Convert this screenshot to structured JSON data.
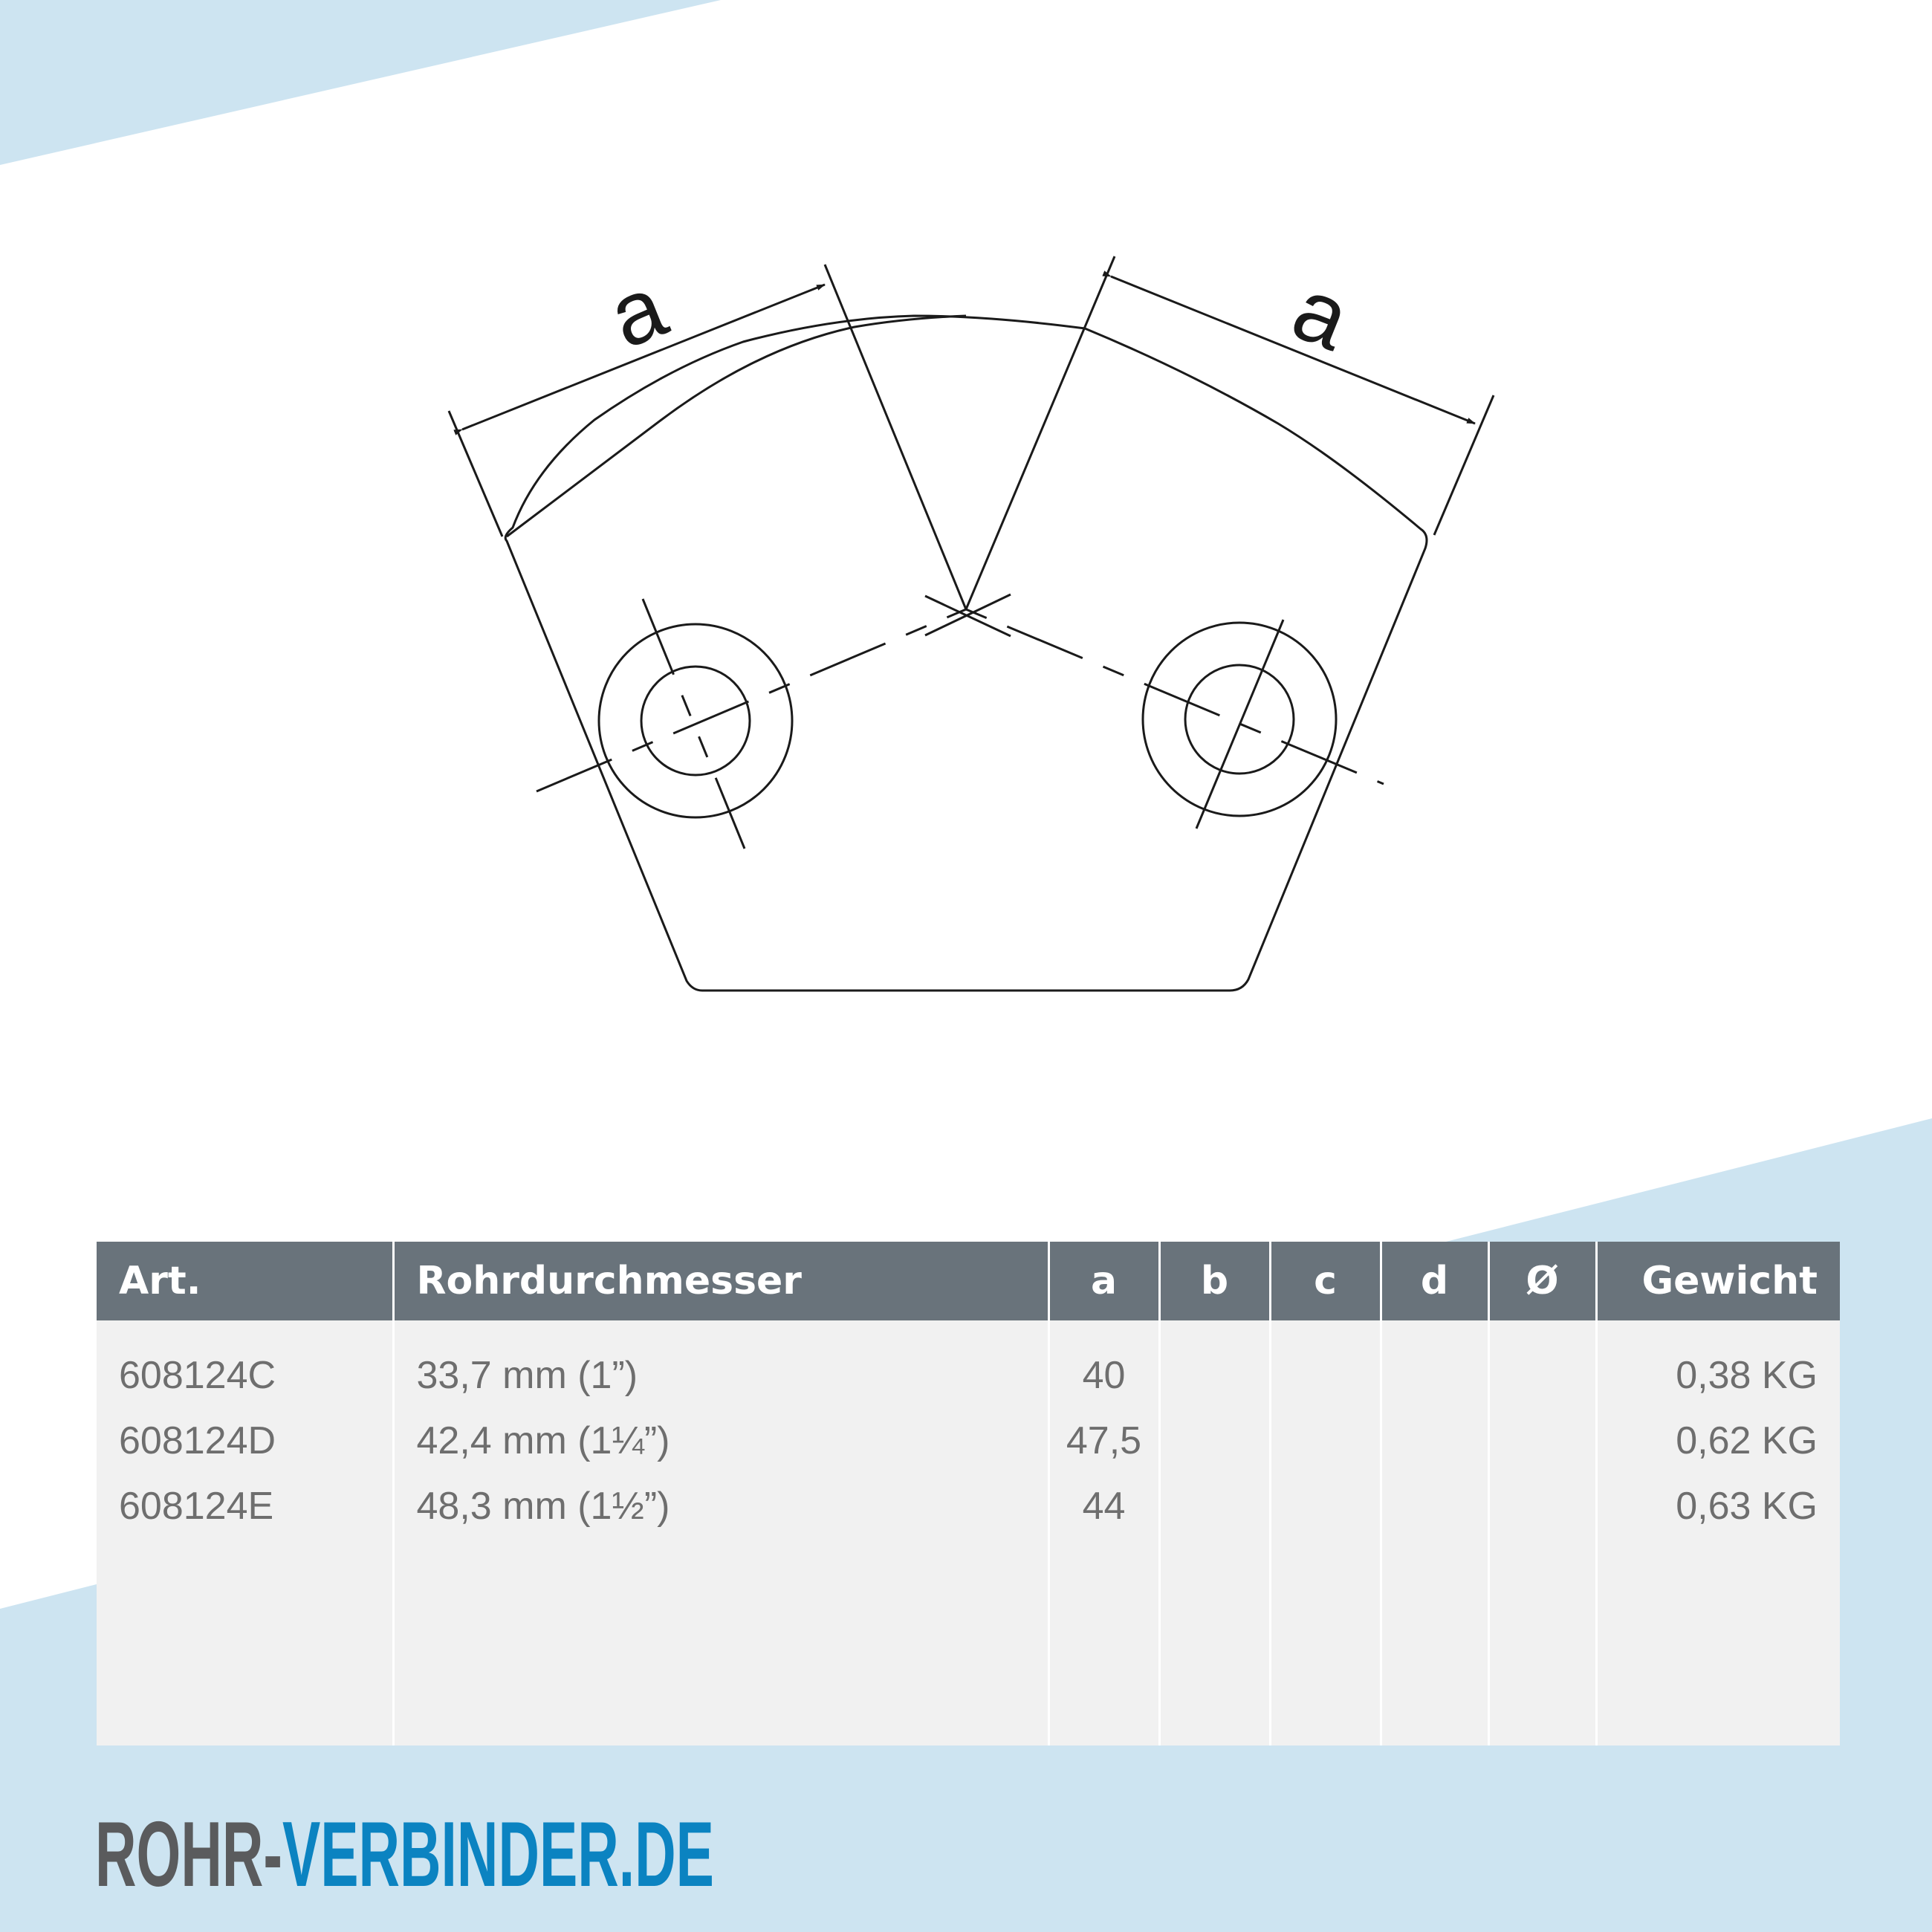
{
  "colors": {
    "background_accent": "#cde4f1",
    "table_header_bg": "#69737b",
    "table_body_bg": "#f1f1f1",
    "table_text": "#6e6e6e",
    "logo_gray": "#5a5b5d",
    "logo_blue": "#0b83c1",
    "drawing_stroke": "#1a1a1a"
  },
  "drawing": {
    "dimension_label_left": "a",
    "dimension_label_right": "a"
  },
  "table": {
    "headers": [
      "Art.",
      "Rohrdurchmesser",
      "a",
      "b",
      "c",
      "d",
      "Ø",
      "Gewicht"
    ],
    "rows": [
      {
        "art": "608124C",
        "rohrdurchmesser": "33,7 mm (1”)",
        "a": "40",
        "b": "",
        "c": "",
        "d": "",
        "oe": "",
        "gewicht": "0,38 KG"
      },
      {
        "art": "608124D",
        "rohrdurchmesser": "42,4 mm (1¼”)",
        "a": "47,5",
        "b": "",
        "c": "",
        "d": "",
        "oe": "",
        "gewicht": "0,62 KG"
      },
      {
        "art": "608124E",
        "rohrdurchmesser": "48,3 mm (1½”)",
        "a": "44",
        "b": "",
        "c": "",
        "d": "",
        "oe": "",
        "gewicht": "0,63 KG"
      }
    ]
  },
  "logo": {
    "part1": "ROHR-",
    "part2": "VERBINDER.DE"
  }
}
